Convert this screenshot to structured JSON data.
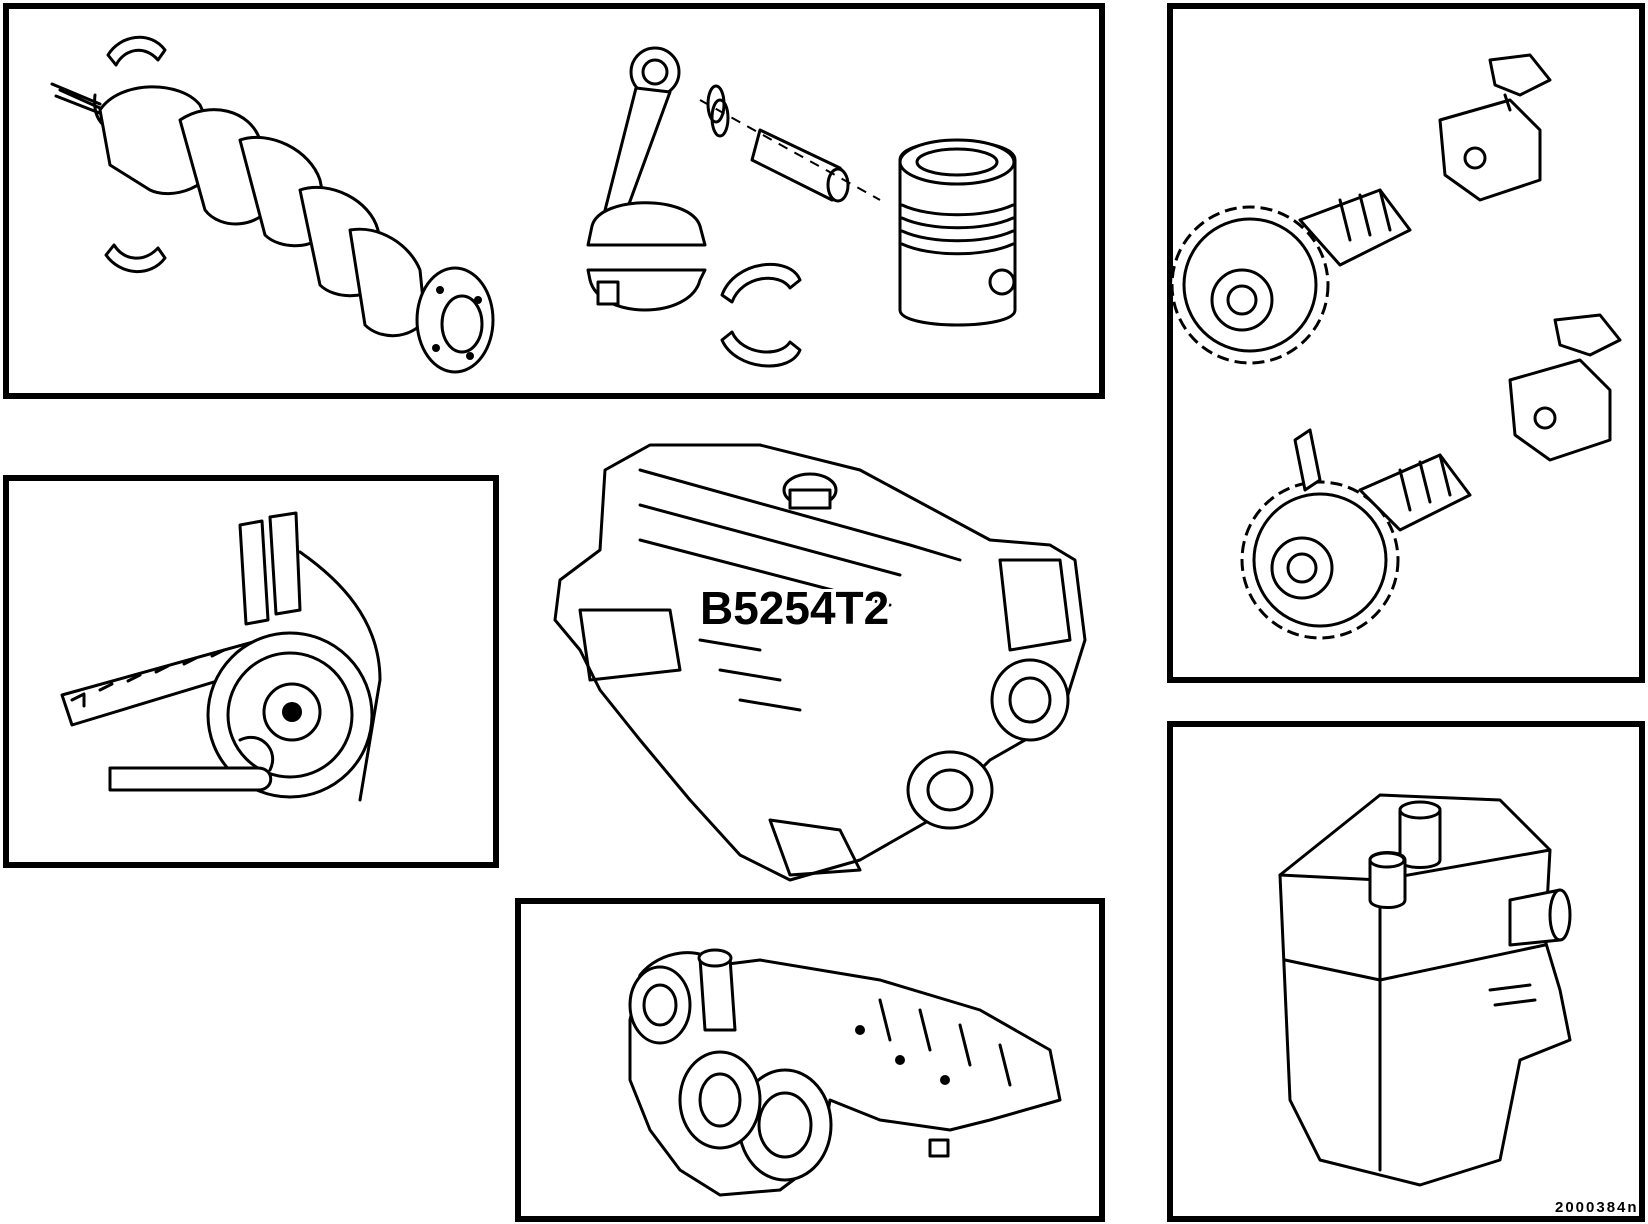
{
  "engine": {
    "label": "B5254T2"
  },
  "reference_code": "2000384n",
  "panels": [
    {
      "id": "crankshaft-piston",
      "contents": [
        "crankshaft",
        "main-bearing-shells",
        "connecting-rod",
        "piston-pin-circlips",
        "piston-pin",
        "piston",
        "rod-bearing-shells"
      ]
    },
    {
      "id": "timing-belt-tensioner",
      "contents": [
        "timing-belt",
        "tensioner-pulley",
        "hex-key"
      ]
    },
    {
      "id": "camshaft-variable-valve-timing",
      "contents": [
        "cam-pulley",
        "vvt-unit",
        "solenoid-valve"
      ]
    },
    {
      "id": "turbocharger-manifold",
      "contents": [
        "turbocharger",
        "exhaust-manifold"
      ]
    },
    {
      "id": "expansion-tank",
      "contents": [
        "expansion-tank"
      ]
    }
  ],
  "icons": {
    "crankshaft": "crankshaft-icon",
    "piston": "piston-icon",
    "tensioner": "tensioner-icon",
    "engine": "engine-block-icon",
    "turbo": "turbocharger-icon",
    "vvt": "vvt-gear-icon",
    "tank": "expansion-tank-icon"
  },
  "colors": {
    "line": "#000000",
    "background": "#ffffff"
  }
}
